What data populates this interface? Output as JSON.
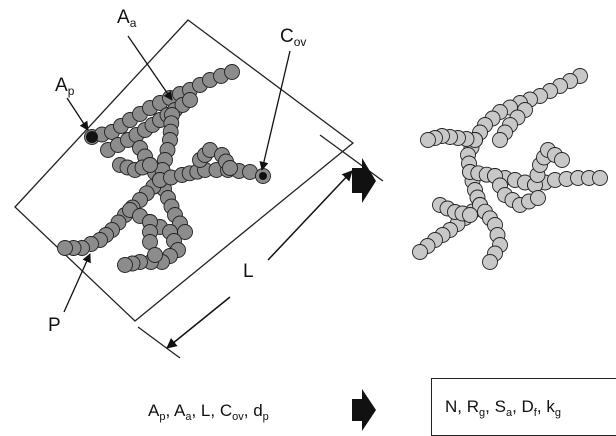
{
  "labels": {
    "ap": {
      "main": "A",
      "sub": "p"
    },
    "aa": {
      "main": "A",
      "sub": "a"
    },
    "cov": {
      "main": "C",
      "sub": "ov"
    },
    "l": "L",
    "p": "P"
  },
  "inputs": [
    {
      "main": "A",
      "sub": "p"
    },
    {
      "main": "A",
      "sub": "a"
    },
    {
      "main": "L",
      "sub": ""
    },
    {
      "main": "C",
      "sub": "ov"
    },
    {
      "main": "d",
      "sub": "p"
    }
  ],
  "outputs": [
    {
      "main": "N",
      "sub": ""
    },
    {
      "main": "R",
      "sub": "g"
    },
    {
      "main": "S",
      "sub": "a"
    },
    {
      "main": "D",
      "sub": "f"
    },
    {
      "main": "k",
      "sub": "g"
    }
  ],
  "colors": {
    "projection_fill": "#8c8c8c",
    "sphere_fill": "#c8c8c8",
    "stroke": "#222222",
    "marker": "#111111"
  }
}
